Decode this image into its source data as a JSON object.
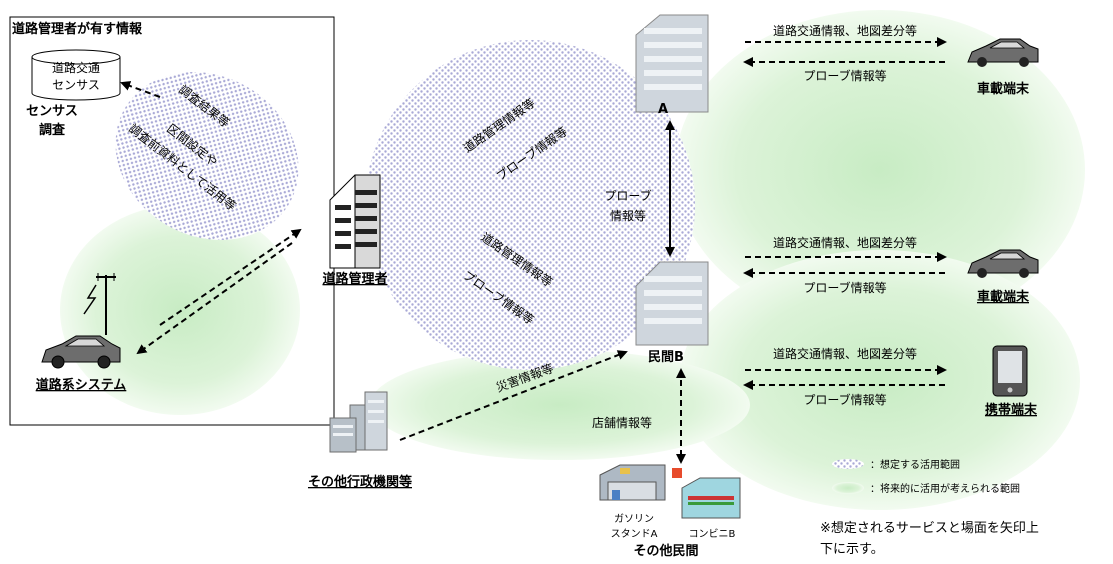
{
  "title": "道路管理者が有す情報",
  "census_box": {
    "line1": "道路交通",
    "line2": "センサス"
  },
  "nodes": {
    "census_line1": "センサス",
    "census_line2": "調査",
    "road_system": "道路系システム",
    "road_admin": "道路管理者",
    "other_admin": "その他行政機関等",
    "private_b": "民間B",
    "other_private": "その他民間",
    "car_terminal_1": "車載端末",
    "car_terminal_2": "車載端末",
    "mobile_terminal": "携帯端末",
    "private_a_partial": "A",
    "gas_station_line1": "ガソリン",
    "gas_station_line2": "スタンドA",
    "convenience": "コンビニB"
  },
  "edge_labels": {
    "survey_results": "調査結果等",
    "section_line1": "区間設定や",
    "section_line2": "調査前資料として活用等",
    "upper_info_1": "道路管理情報等",
    "upper_info_2": "プローブ情報等",
    "lower_info_1": "道路管理情報等",
    "lower_info_2": "プローブ情報等",
    "probe_mid_1": "プローブ",
    "probe_mid_2": "情報等",
    "disaster": "災害情報等",
    "store": "店舗情報等",
    "traffic_1": "道路交通情報、地図差分等",
    "probe_1": "プローブ情報等",
    "traffic_2": "道路交通情報、地図差分等",
    "probe_2": "プローブ情報等",
    "traffic_3": "道路交通情報、地図差分等",
    "probe_3": "プローブ情報等"
  },
  "legend": {
    "assumed": "：想定する活用範囲",
    "future": "：将来的に活用が考えられる範囲"
  },
  "note": {
    "line1": "※想定されるサービスと場面を矢印上",
    "line2": "下に示す。"
  },
  "colors": {
    "future_green": "#d6f0d2",
    "assumed_purple": "#b3b3dc"
  }
}
